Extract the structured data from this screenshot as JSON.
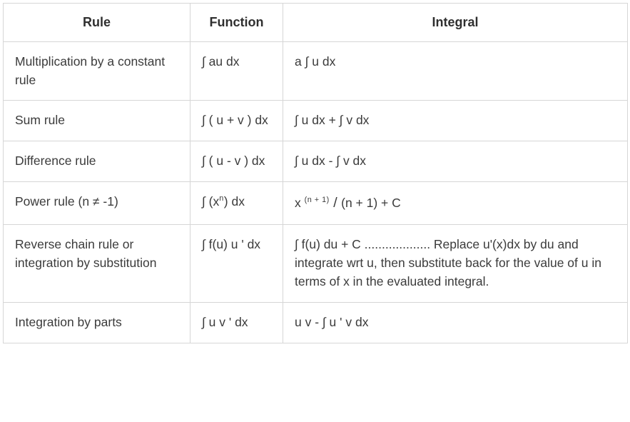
{
  "colors": {
    "background": "#ffffff",
    "border": "#d6d6d6",
    "text": "#3b3b3b"
  },
  "table": {
    "headers": {
      "rule": "Rule",
      "function": "Function",
      "integral": "Integral"
    },
    "rows": [
      {
        "rule": "Multiplication by a constant rule",
        "function": "∫ au dx",
        "integral": "a ∫ u dx"
      },
      {
        "rule": "Sum rule",
        "function": "∫ ( u + v ) dx",
        "integral": "∫ u dx + ∫ v dx"
      },
      {
        "rule": "Difference rule",
        "function": "∫ ( u - v ) dx",
        "integral": "∫ u dx - ∫ v dx"
      },
      {
        "rule": "Power rule (n ≠ -1)",
        "function_pre": "∫ (x",
        "function_sup": "n",
        "function_post": ") dx",
        "integral_pre": "x ",
        "integral_sup": "(n + 1)",
        "integral_slash": " / ",
        "integral_post": "(n + 1) + C"
      },
      {
        "rule": "Reverse chain rule or integration by substitution",
        "function": "∫ f(u) u ' dx",
        "integral": "∫ f(u) du + C ................... Replace u'(x)dx by du and integrate wrt u, then substitute back for the value of u in terms of x in the evaluated integral."
      },
      {
        "rule": "Integration by parts",
        "function": "∫ u v ' dx",
        "integral": "u v - ∫ u ' v dx"
      }
    ]
  }
}
